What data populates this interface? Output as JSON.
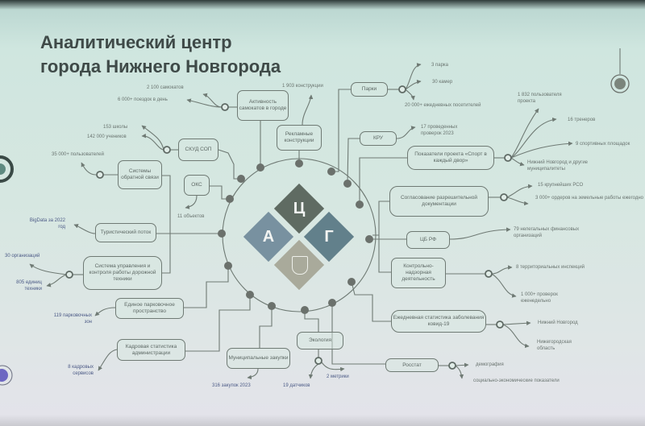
{
  "title": [
    "Аналитический центр",
    "города Нижнего Новгорода"
  ],
  "logo": {
    "letters": [
      "Ц",
      "А",
      "Г"
    ]
  },
  "nodes": {
    "scooters": {
      "label": "Активность самокатов в городе",
      "stats": [
        "2 100 самокатов",
        "6 000+ поездок в день"
      ]
    },
    "ads": {
      "label": "Рекламные конструкции",
      "stats": [
        "1 903 конструкции"
      ]
    },
    "parks": {
      "label": "Парки",
      "stats": [
        "3 парка",
        "30 камер",
        "20 000+ ежедневных посетителей"
      ]
    },
    "kru": {
      "label": "КРУ",
      "stats": [
        "17 проведенных проверок 2023"
      ]
    },
    "sport": {
      "label": "Показатели проекта «Спорт в каждый двор»",
      "stats": [
        "1 832 пользователя проекта",
        "16 тренеров",
        "9 спортивных площадок",
        "Нижний Новгород и другие муниципалитеты"
      ]
    },
    "permits": {
      "label": "Согласование разрешительной документации",
      "stats": [
        "15 крупнейших РСО",
        "3 000+ ордеров на земельные работы ежегодно"
      ]
    },
    "cbr": {
      "label": "ЦБ РФ",
      "stats": [
        "79 нелегальных финансовых организаций"
      ]
    },
    "control": {
      "label": "Контрольно-надзорная деятельность",
      "stats": [
        "8 территориальных инспекций",
        "1 000+ проверок еженедельно"
      ]
    },
    "covid": {
      "label": "Ежедневная статистика заболевания ковид-19",
      "stats": [
        "Нижний Новгород",
        "Нижегородская область"
      ]
    },
    "rosstat": {
      "label": "Росстат",
      "stats": [
        "демография",
        "социально-экономические показатели"
      ]
    },
    "ecology": {
      "label": "Экология",
      "stats": [
        "19 датчиков",
        "2 метрики"
      ]
    },
    "procurement": {
      "label": "Муниципальные закупки",
      "stats": [
        "316 закупок 2023"
      ]
    },
    "hr": {
      "label": "Кадровая статистика администрации",
      "stats": [
        "8 кадровых сервисов"
      ]
    },
    "parking": {
      "label": "Единое парковочное пространство",
      "stats": [
        "119 парковочных зон"
      ]
    },
    "roadtech": {
      "label": "Система управления и контроля работы дорожной техники",
      "stats": [
        "30 организаций",
        "805 единиц техники"
      ]
    },
    "tourism": {
      "label": "Туристический поток",
      "stats": [
        "BigData за 2022 год"
      ]
    },
    "feedback": {
      "label": "Системы обратной связи",
      "stats": [
        "35 000+ пользователей"
      ]
    },
    "oks": {
      "label": "ОКС",
      "stats": [
        "11 объектов"
      ]
    },
    "skud": {
      "label": "СКУД СОП",
      "stats": [
        "153 школы",
        "142 000 учеников"
      ]
    }
  },
  "colors": {
    "line": "#6f7a74",
    "dot": "#6b716c",
    "diamond_c": "#5f6b62",
    "diamond_a": "#7891a0",
    "diamond_g": "#62808b",
    "diamond_emblem": "#a9aa9b"
  }
}
